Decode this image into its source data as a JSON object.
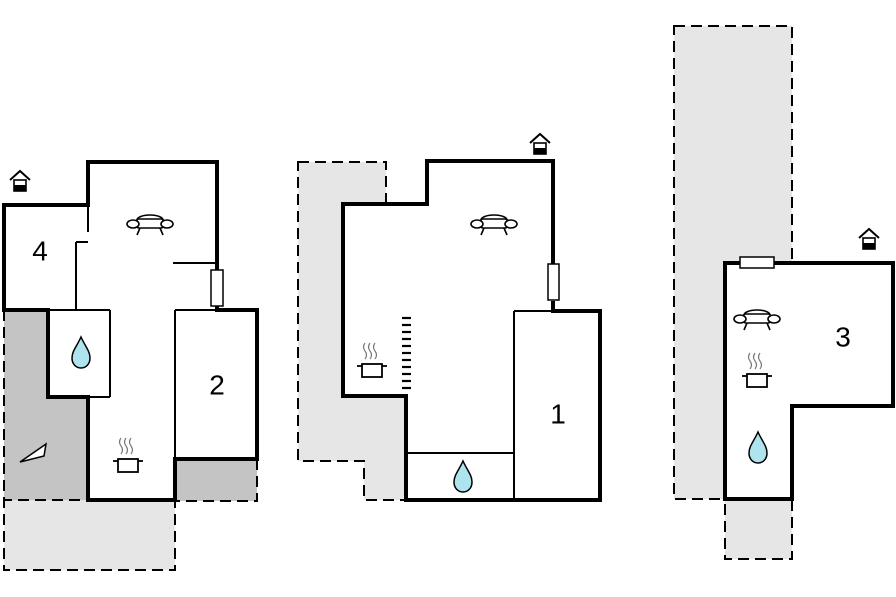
{
  "colors": {
    "wall": "#000000",
    "terrace_light": "#e6e6e6",
    "terrace_dark": "#c4c4c4",
    "water": "#aee4ee",
    "background": "#ffffff"
  },
  "floors": [
    {
      "id": "left",
      "rooms": [
        {
          "id": "bedroom-4",
          "label": "4"
        },
        {
          "id": "bedroom-2",
          "label": "2"
        }
      ],
      "icons": [
        "entrance-icon",
        "sofa-icon",
        "water-drop-icon",
        "kitchen-pot-icon",
        "stair-arrow-icon",
        "window-icon"
      ]
    },
    {
      "id": "middle",
      "rooms": [
        {
          "id": "bedroom-1",
          "label": "1"
        }
      ],
      "icons": [
        "entrance-icon",
        "sofa-icon",
        "kitchen-pot-icon",
        "water-drop-icon",
        "stairs-icon",
        "window-icon"
      ]
    },
    {
      "id": "right",
      "rooms": [
        {
          "id": "bedroom-3",
          "label": "3"
        }
      ],
      "icons": [
        "entrance-icon",
        "sofa-icon",
        "kitchen-pot-icon",
        "water-drop-icon",
        "window-icon"
      ]
    }
  ]
}
